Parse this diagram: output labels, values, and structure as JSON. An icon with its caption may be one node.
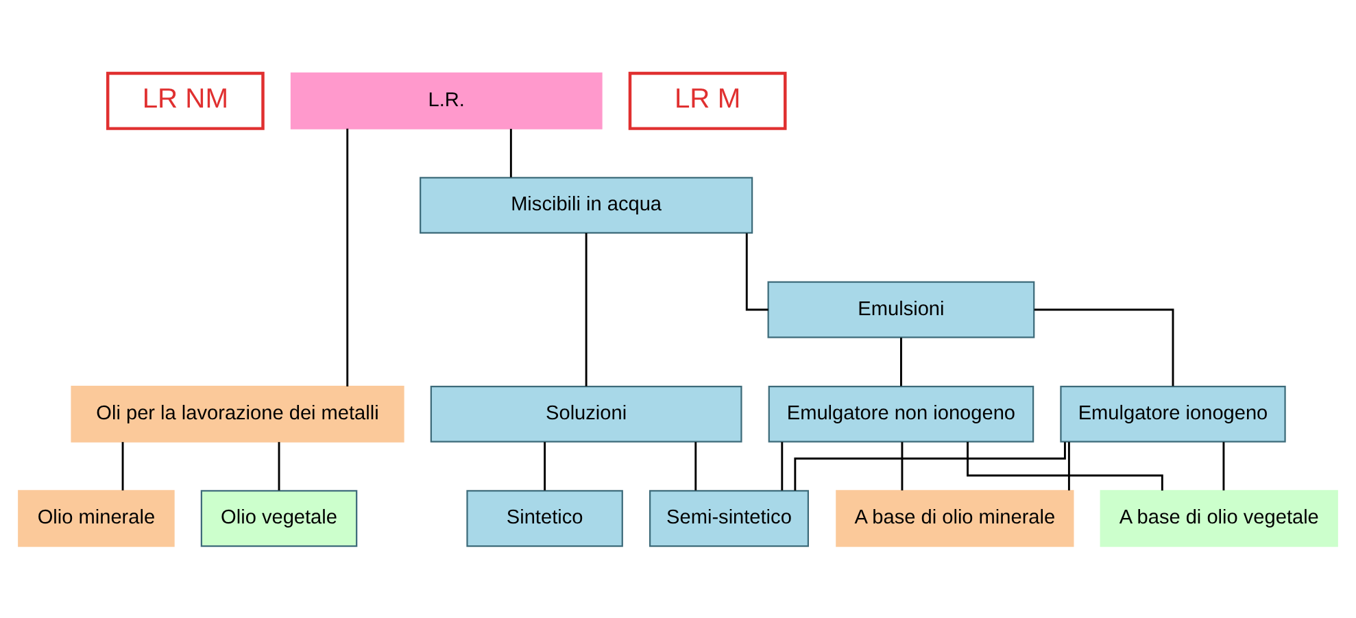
{
  "diagram": {
    "nodes": [
      {
        "text": [
          "L.R."
        ]
      },
      {
        "text": [
          "LR NM"
        ]
      },
      {
        "text": [
          "LR M"
        ]
      },
      {
        "text": [
          "Oli per la lavorazione dei metalli"
        ]
      },
      {
        "text": [
          "Miscibili in acqua"
        ]
      },
      {
        "text": [
          "Emulsioni"
        ]
      },
      {
        "text": [
          "Soluzioni"
        ]
      },
      {
        "text": [
          "Emulgatore ionogeno"
        ]
      },
      {
        "text": [
          "Emulgatore non ionogeno"
        ]
      },
      {
        "text": [
          "Olio minerale"
        ]
      },
      {
        "text": [
          "Olio vegetale"
        ]
      },
      {
        "text": [
          "A base di olio minerale"
        ]
      },
      {
        "text": [
          "A base di olio vegetale"
        ]
      },
      {
        "text": [
          "Semi-sintetico"
        ]
      },
      {
        "text": [
          "Sintetico"
        ]
      }
    ],
    "edges": [
      {
        "from": 0,
        "to": 3,
        "arrow": "none"
      },
      {
        "from": 0,
        "to": 4,
        "arrow": "none"
      },
      {
        "from": 3,
        "to": 9,
        "arrow": "none"
      },
      {
        "from": 3,
        "to": 10,
        "arrow": "none"
      },
      {
        "from": 4,
        "to": 5,
        "arrow": "none"
      },
      {
        "from": 4,
        "to": 6,
        "arrow": "none"
      },
      {
        "from": 5,
        "to": 7,
        "arrow": "none"
      },
      {
        "from": 5,
        "to": 8,
        "arrow": "none"
      },
      {
        "from": 7,
        "to": 11,
        "arrow": "none"
      },
      {
        "from": 7,
        "to": 12,
        "arrow": "none"
      },
      {
        "from": 7,
        "to": 13,
        "arrow": "none"
      },
      {
        "from": 8,
        "to": 11,
        "arrow": "none"
      },
      {
        "from": 8,
        "to": 12,
        "arrow": "none"
      },
      {
        "from": 8,
        "to": 13,
        "arrow": "none"
      },
      {
        "from": 6,
        "to": 13,
        "arrow": "none"
      },
      {
        "from": 6,
        "to": 14,
        "arrow": "none"
      }
    ]
  }
}
